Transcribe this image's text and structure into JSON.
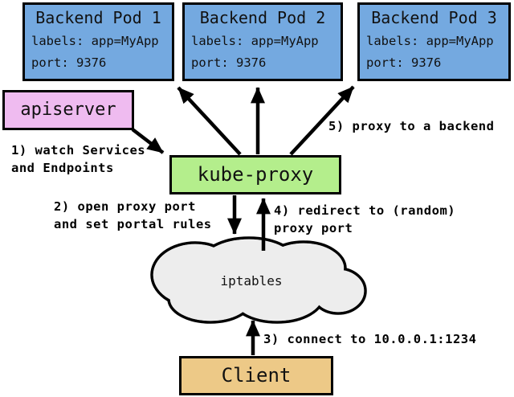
{
  "diagram": {
    "pods": [
      {
        "title": "Backend Pod 1",
        "labels_line": "labels: app=MyApp",
        "port_line": "port: 9376"
      },
      {
        "title": "Backend Pod 2",
        "labels_line": "labels: app=MyApp",
        "port_line": "port: 9376"
      },
      {
        "title": "Backend Pod 3",
        "labels_line": "labels: app=MyApp",
        "port_line": "port: 9376"
      }
    ],
    "apiserver_label": "apiserver",
    "kube_proxy_label": "kube-proxy",
    "iptables_label": "iptables",
    "client_label": "Client",
    "steps": {
      "step1": "1) watch Services\nand Endpoints",
      "step2": "2) open proxy port\nand set portal rules",
      "step3": "3) connect to 10.0.0.1:1234",
      "step4": "4) redirect to (random)\nproxy port",
      "step5": "5) proxy to a backend"
    },
    "colors": {
      "pod_fill": "#74A9E0",
      "apiserver_fill": "#EFBBF0",
      "kube_proxy_fill": "#B4EE8C",
      "client_fill": "#EDC987",
      "cloud_fill": "#EDEDED",
      "line_color": "#000000",
      "background": "#FFFFFF"
    }
  }
}
